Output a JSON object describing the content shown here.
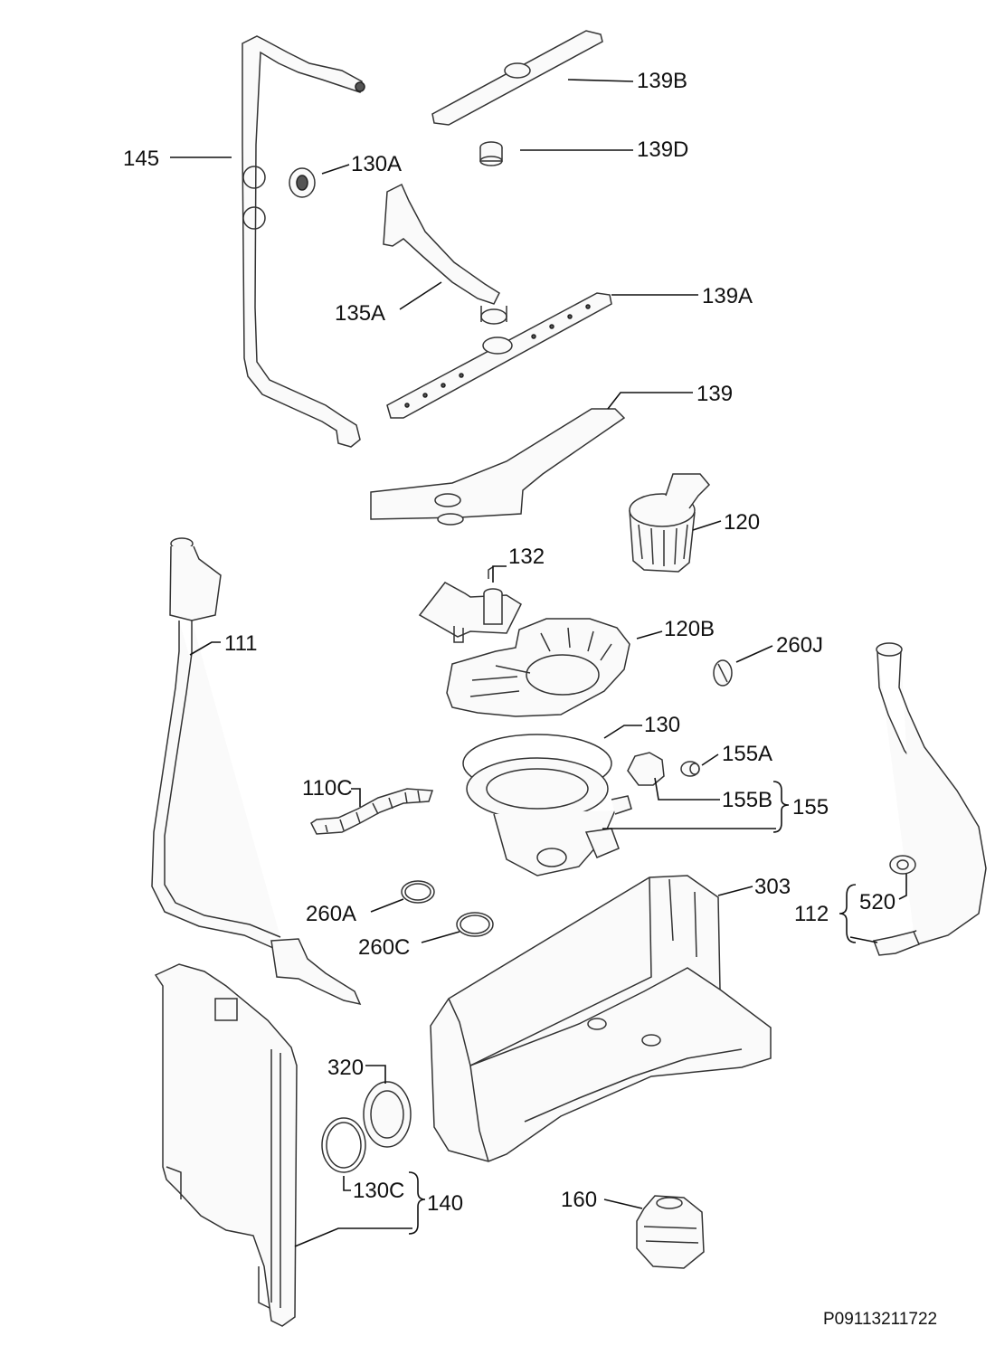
{
  "labels": {
    "l139B": "139B",
    "l145": "145",
    "l130A": "130A",
    "l139D": "139D",
    "l135A": "135A",
    "l139A": "139A",
    "l139": "139",
    "l120": "120",
    "l132": "132",
    "l111": "111",
    "l120B": "120B",
    "l260J": "260J",
    "l130": "130",
    "l155A": "155A",
    "l110C": "110C",
    "l155B": "155B",
    "l155": "155",
    "l303": "303",
    "l112": "112",
    "l520": "520",
    "l260A": "260A",
    "l260C": "260C",
    "l320": "320",
    "l130C": "130C",
    "l140": "140",
    "l160": "160"
  },
  "reference_code": "P09113211722"
}
